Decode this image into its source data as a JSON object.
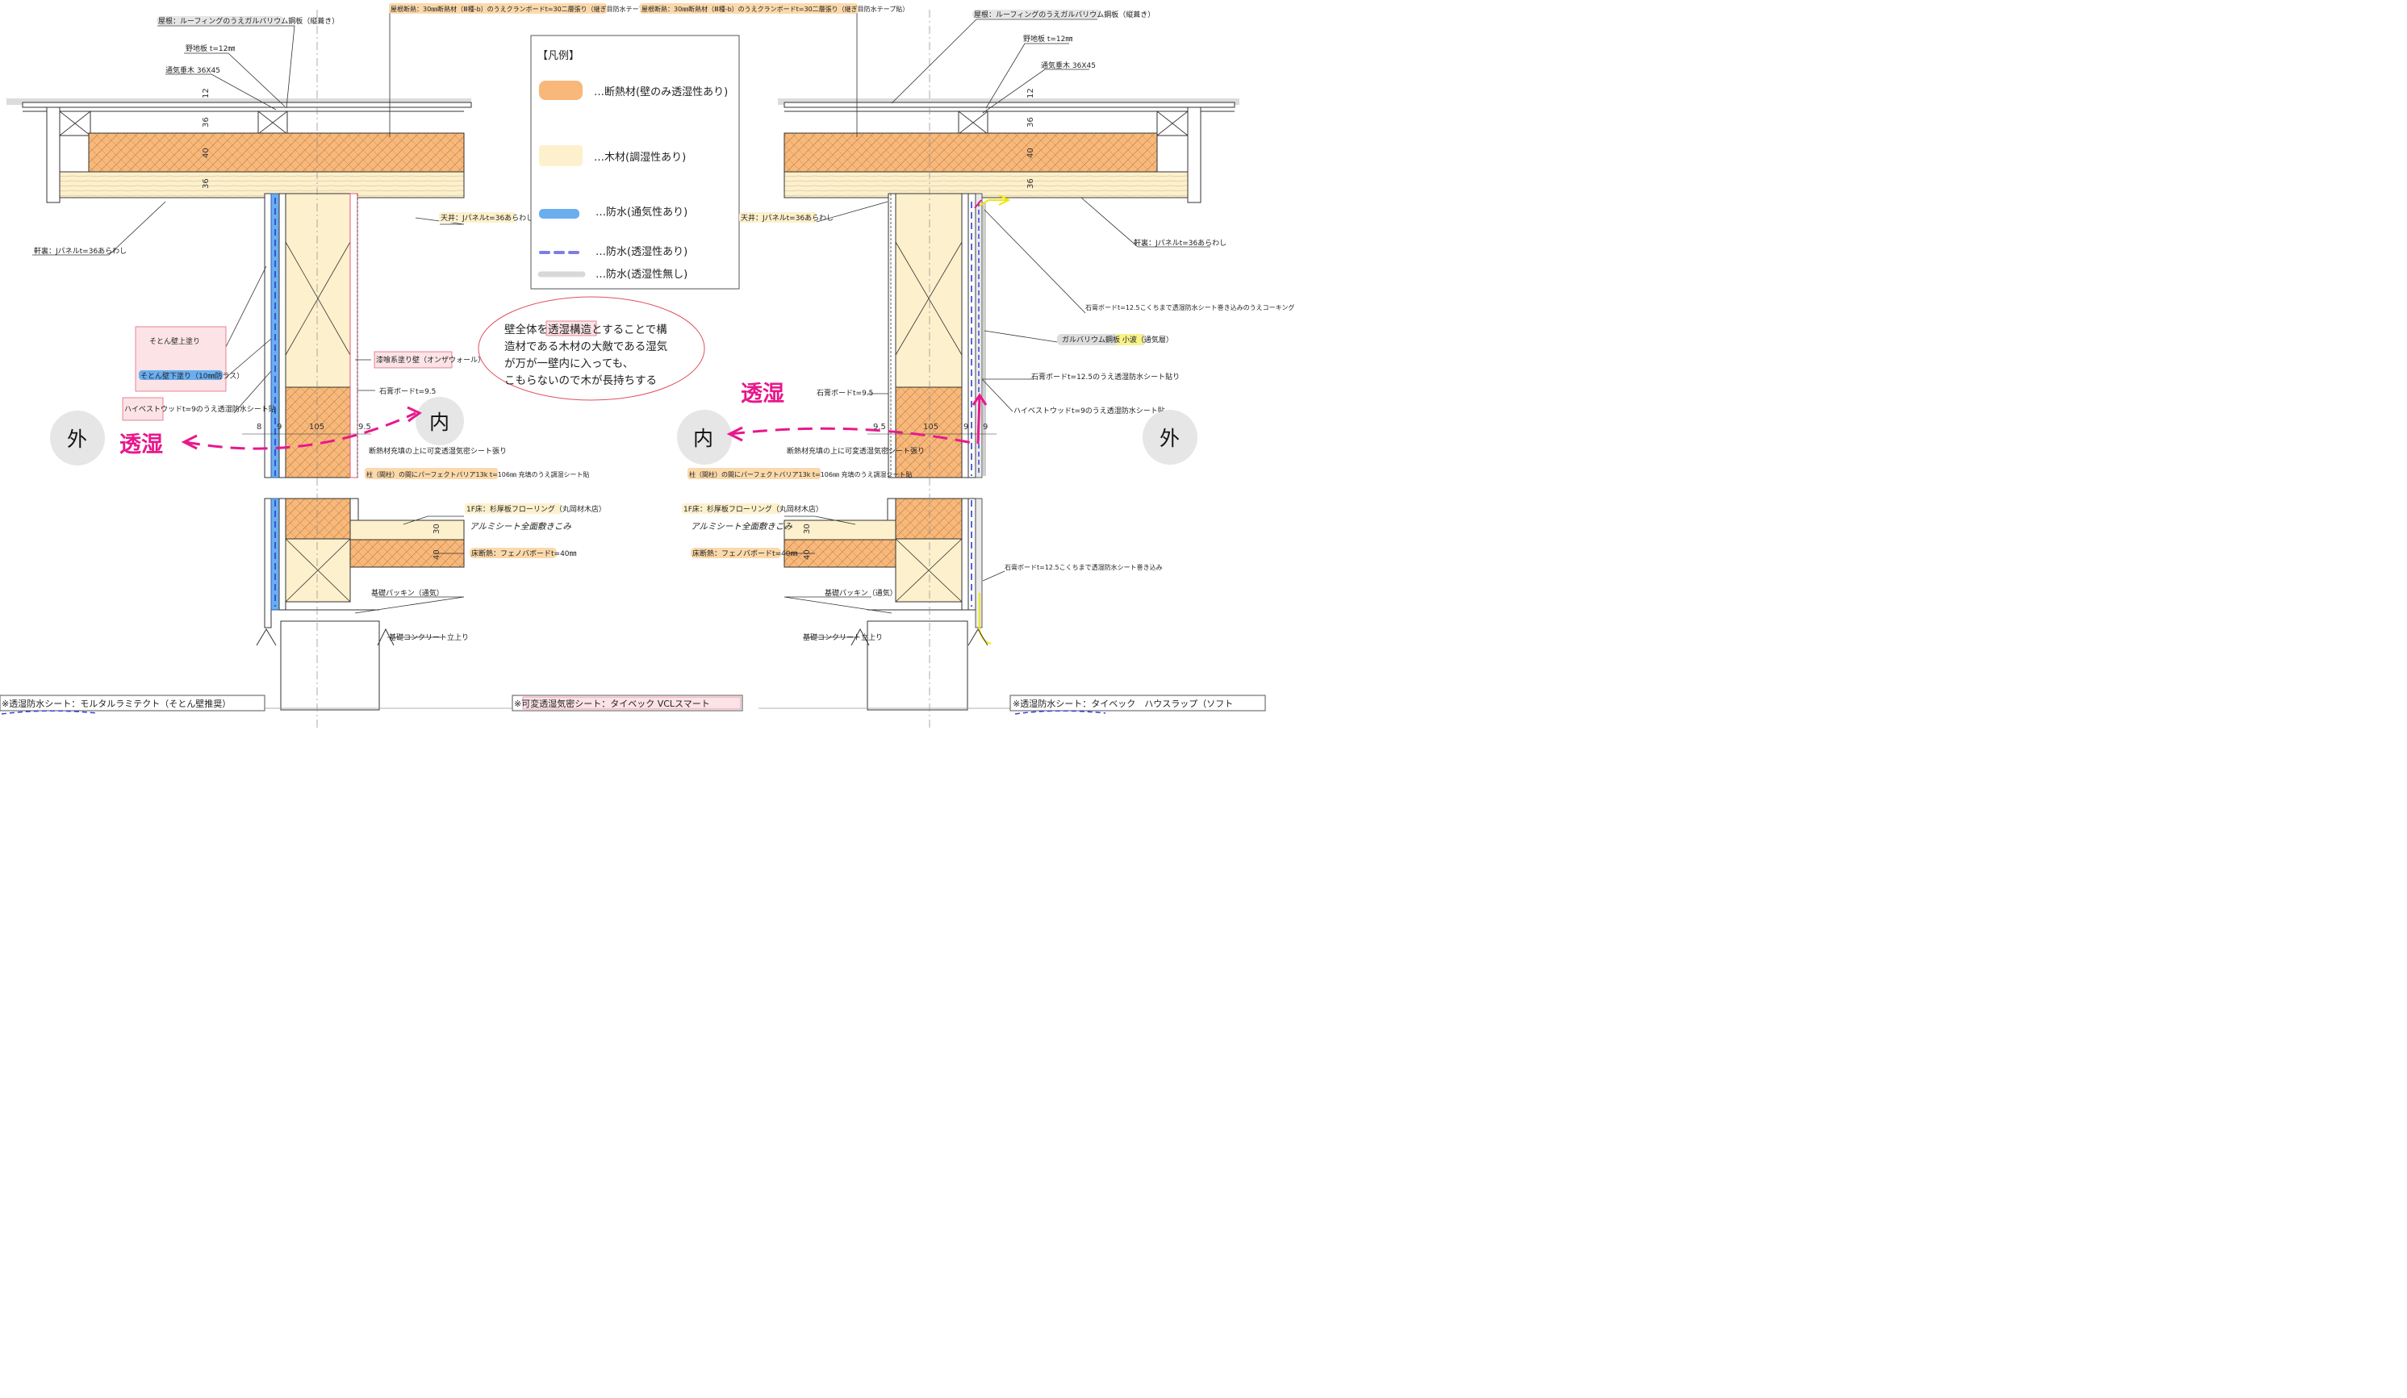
{
  "legend": {
    "title": "【凡例】",
    "items": [
      {
        "label": "…断熱材(壁のみ透湿性あり)",
        "swatch": "insulation",
        "color": "#f7b87a"
      },
      {
        "label": "…木材(調湿性あり)",
        "swatch": "wood",
        "color": "#fdf0cc"
      },
      {
        "label": "…防水(通気性あり)",
        "swatch": "blue-solid",
        "color": "#6aaef0"
      },
      {
        "label": "…防水(透湿性あり)",
        "swatch": "blue-dash",
        "color": "#7d7de8"
      },
      {
        "label": "…防水(透湿性無し)",
        "swatch": "grey",
        "color": "#d8d8d8"
      }
    ]
  },
  "note": {
    "line1_before": "壁全体を",
    "line1_highlight": "透湿構造",
    "line1_after": "とすることで構",
    "line2": "造材である木材の大敵である湿気",
    "line3": "が万が一壁内に入っても、",
    "line4": "こもらないので木が長持ちする"
  },
  "left_detail": {
    "roof_label": "屋根：ルーフィングのうえガルバリウム鋼板（縦葺き）",
    "sheathing_label": "野地板 t=12㎜",
    "vent_furring_label": "通気垂木 36X45",
    "roof_insulation_label": "屋根断熱：30㎜断熱材（Ⅲ種-b）のうえクランボードt=30二層張り（継ぎ目防水テープ貼）",
    "soffit_label": "軒裏：Jパネルt=36あらわし",
    "ceiling_label": "天井：Jパネルt=36あらわし",
    "plaster_finish": "そとん壁上塗り",
    "plaster_base": "そとん壁下塗り（10㎜防ラス）",
    "hyperwood_label": "ハイベストウッドt=9のうえ透湿防水シート貼",
    "interior_finish": "漆喰系塗り壁（オンザウォール）",
    "gypsum_label": "石膏ボードt=9.5",
    "vapor_sheet_label": "断熱材充填の上に可変透湿気密シート張り",
    "column_insulation": "柱（間柱）の間にパーフェクトバリア13k t=106㎜ 充填のうえ調湿シート貼",
    "floor_label": "1F床：杉厚板フローリング（丸岡材木店）",
    "alumi_label": "アルミシート全面敷きこみ",
    "floor_insulation": "床断熱：フェノバボードt=40㎜",
    "packing_label": "基礎パッキン（通気）",
    "foundation_label": "基礎コンクリート立上り",
    "dims": [
      "12",
      "36",
      "40",
      "36",
      "8",
      "9",
      "105",
      "9.5",
      "30",
      "40"
    ],
    "outside": "外",
    "inside": "内",
    "hand_note": "透湿"
  },
  "right_detail": {
    "roof_label": "屋根：ルーフィングのうえガルバリウム鋼板（縦葺き）",
    "sheathing_label": "野地板 t=12㎜",
    "vent_furring_label": "通気垂木 36X45",
    "roof_insulation_label": "屋根断熱：30㎜断熱材（Ⅲ種-b）のうえクランボードt=30二層張り（継ぎ目防水テープ貼）",
    "soffit_label": "軒裏：Jパネルt=36あらわし",
    "ceiling_label": "天井：Jパネルt=36あらわし",
    "gypsum_ext_caulk": "石膏ボードt=12.5こくちまで透湿防水シート巻き込みのうえコーキング",
    "galvalume_label": "ガルバリウム鋼板 小波（通気層）",
    "gypsum_ext_label": "石膏ボードt=12.5のうえ透湿防水シート貼り",
    "hyperwood_label": "ハイベストウッドt=9のうえ透湿防水シート貼",
    "gypsum_int_label": "石膏ボードt=9.5",
    "vapor_sheet_label": "断熱材充填の上に可変透湿気密シート張り",
    "column_insulation": "柱（間柱）の間にパーフェクトバリア13k t=106㎜ 充填のうえ調湿シート貼",
    "floor_label": "1F床：杉厚板フローリング（丸岡材木店）",
    "alumi_label": "アルミシート全面敷きこみ",
    "floor_insulation": "床断熱：フェノバボードt=40㎜",
    "packing_label": "基礎パッキン（通気）",
    "foundation_label": "基礎コンクリート立上り",
    "base_wrap_label": "石膏ボードt=12.5こくちまで透湿防水シート巻き込み",
    "dims": [
      "12",
      "36",
      "40",
      "36",
      "9.5",
      "105",
      "9",
      "9",
      "30",
      "40"
    ],
    "outside": "外",
    "inside": "内",
    "hand_note": "透湿"
  },
  "footer": {
    "left": "※透湿防水シート：モルタルラミテクト（そとん壁推奨）",
    "center": "※可変透湿気密シート：タイベック VCLスマート",
    "right": "※透湿防水シート：タイベック　ハウスラップ（ソフト"
  }
}
